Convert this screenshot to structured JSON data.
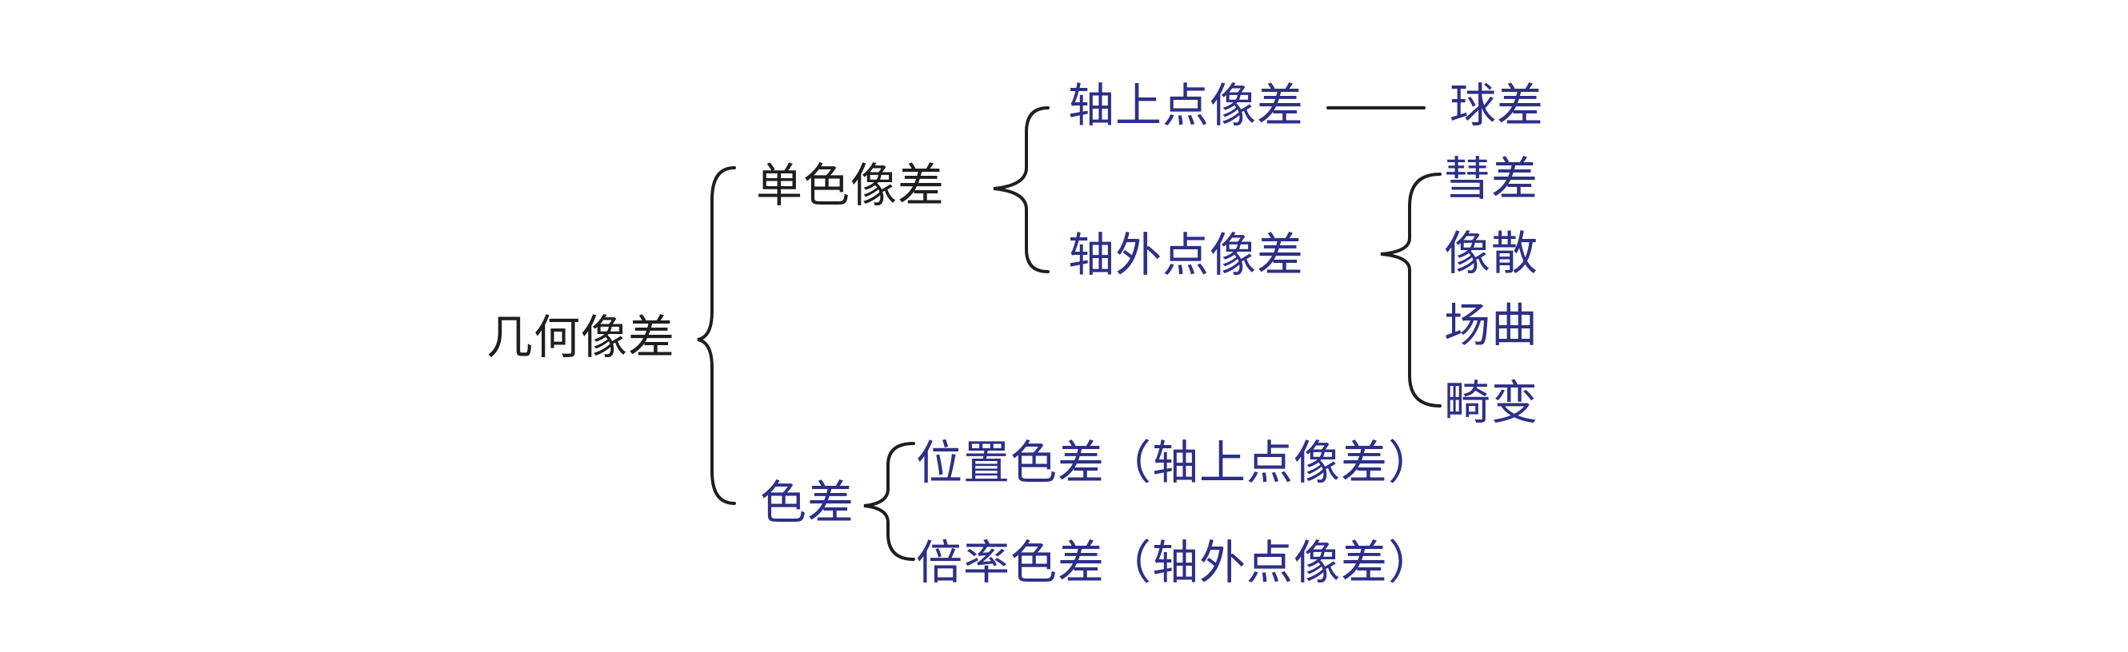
{
  "diagram": {
    "root": "几何像差",
    "monochromatic": {
      "label": "单色像差",
      "on_axis": {
        "label": "轴上点像差",
        "connector": "——",
        "aberrations": [
          "球差"
        ]
      },
      "off_axis": {
        "label": "轴外点像差",
        "aberrations": [
          "彗差",
          "像散",
          "场曲",
          "畸变"
        ]
      }
    },
    "chromatic": {
      "label": "色差",
      "items": [
        "位置色差（轴上点像差）",
        "倍率色差（轴外点像差）"
      ]
    }
  },
  "colors": {
    "line": "#1e1e1e",
    "text_black": "#1e1e1e",
    "text_blue": "#2e2f86"
  }
}
